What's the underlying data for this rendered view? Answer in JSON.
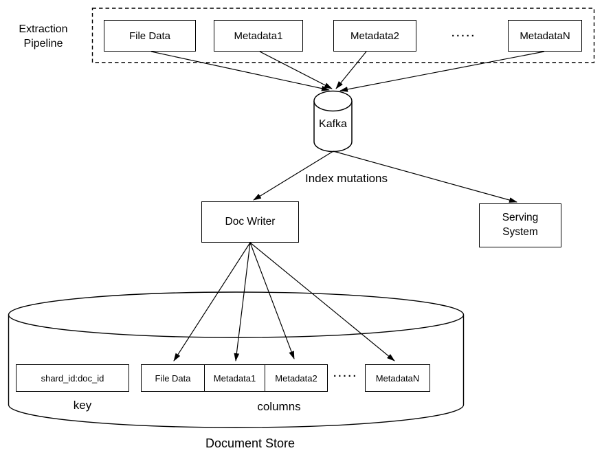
{
  "colors": {
    "background": "#ffffff",
    "stroke": "#000000",
    "text": "#000000"
  },
  "extraction_pipeline": {
    "label": "Extraction Pipeline",
    "sources": [
      "File Data",
      "Metadata1",
      "Metadata2",
      "MetadataN"
    ],
    "ellipsis": "....."
  },
  "kafka": {
    "label": "Kafka"
  },
  "flow": {
    "edge_label": "Index mutations"
  },
  "doc_writer": {
    "label": "Doc Writer"
  },
  "serving_system": {
    "label": "Serving System"
  },
  "document_store": {
    "label": "Document Store",
    "key": {
      "cell": "shard_id:doc_id",
      "caption": "key"
    },
    "columns": {
      "cells": [
        "File Data",
        "Metadata1",
        "Metadata2"
      ],
      "ellipsis": ".....",
      "last_cell": "MetadataN",
      "caption": "columns"
    }
  }
}
